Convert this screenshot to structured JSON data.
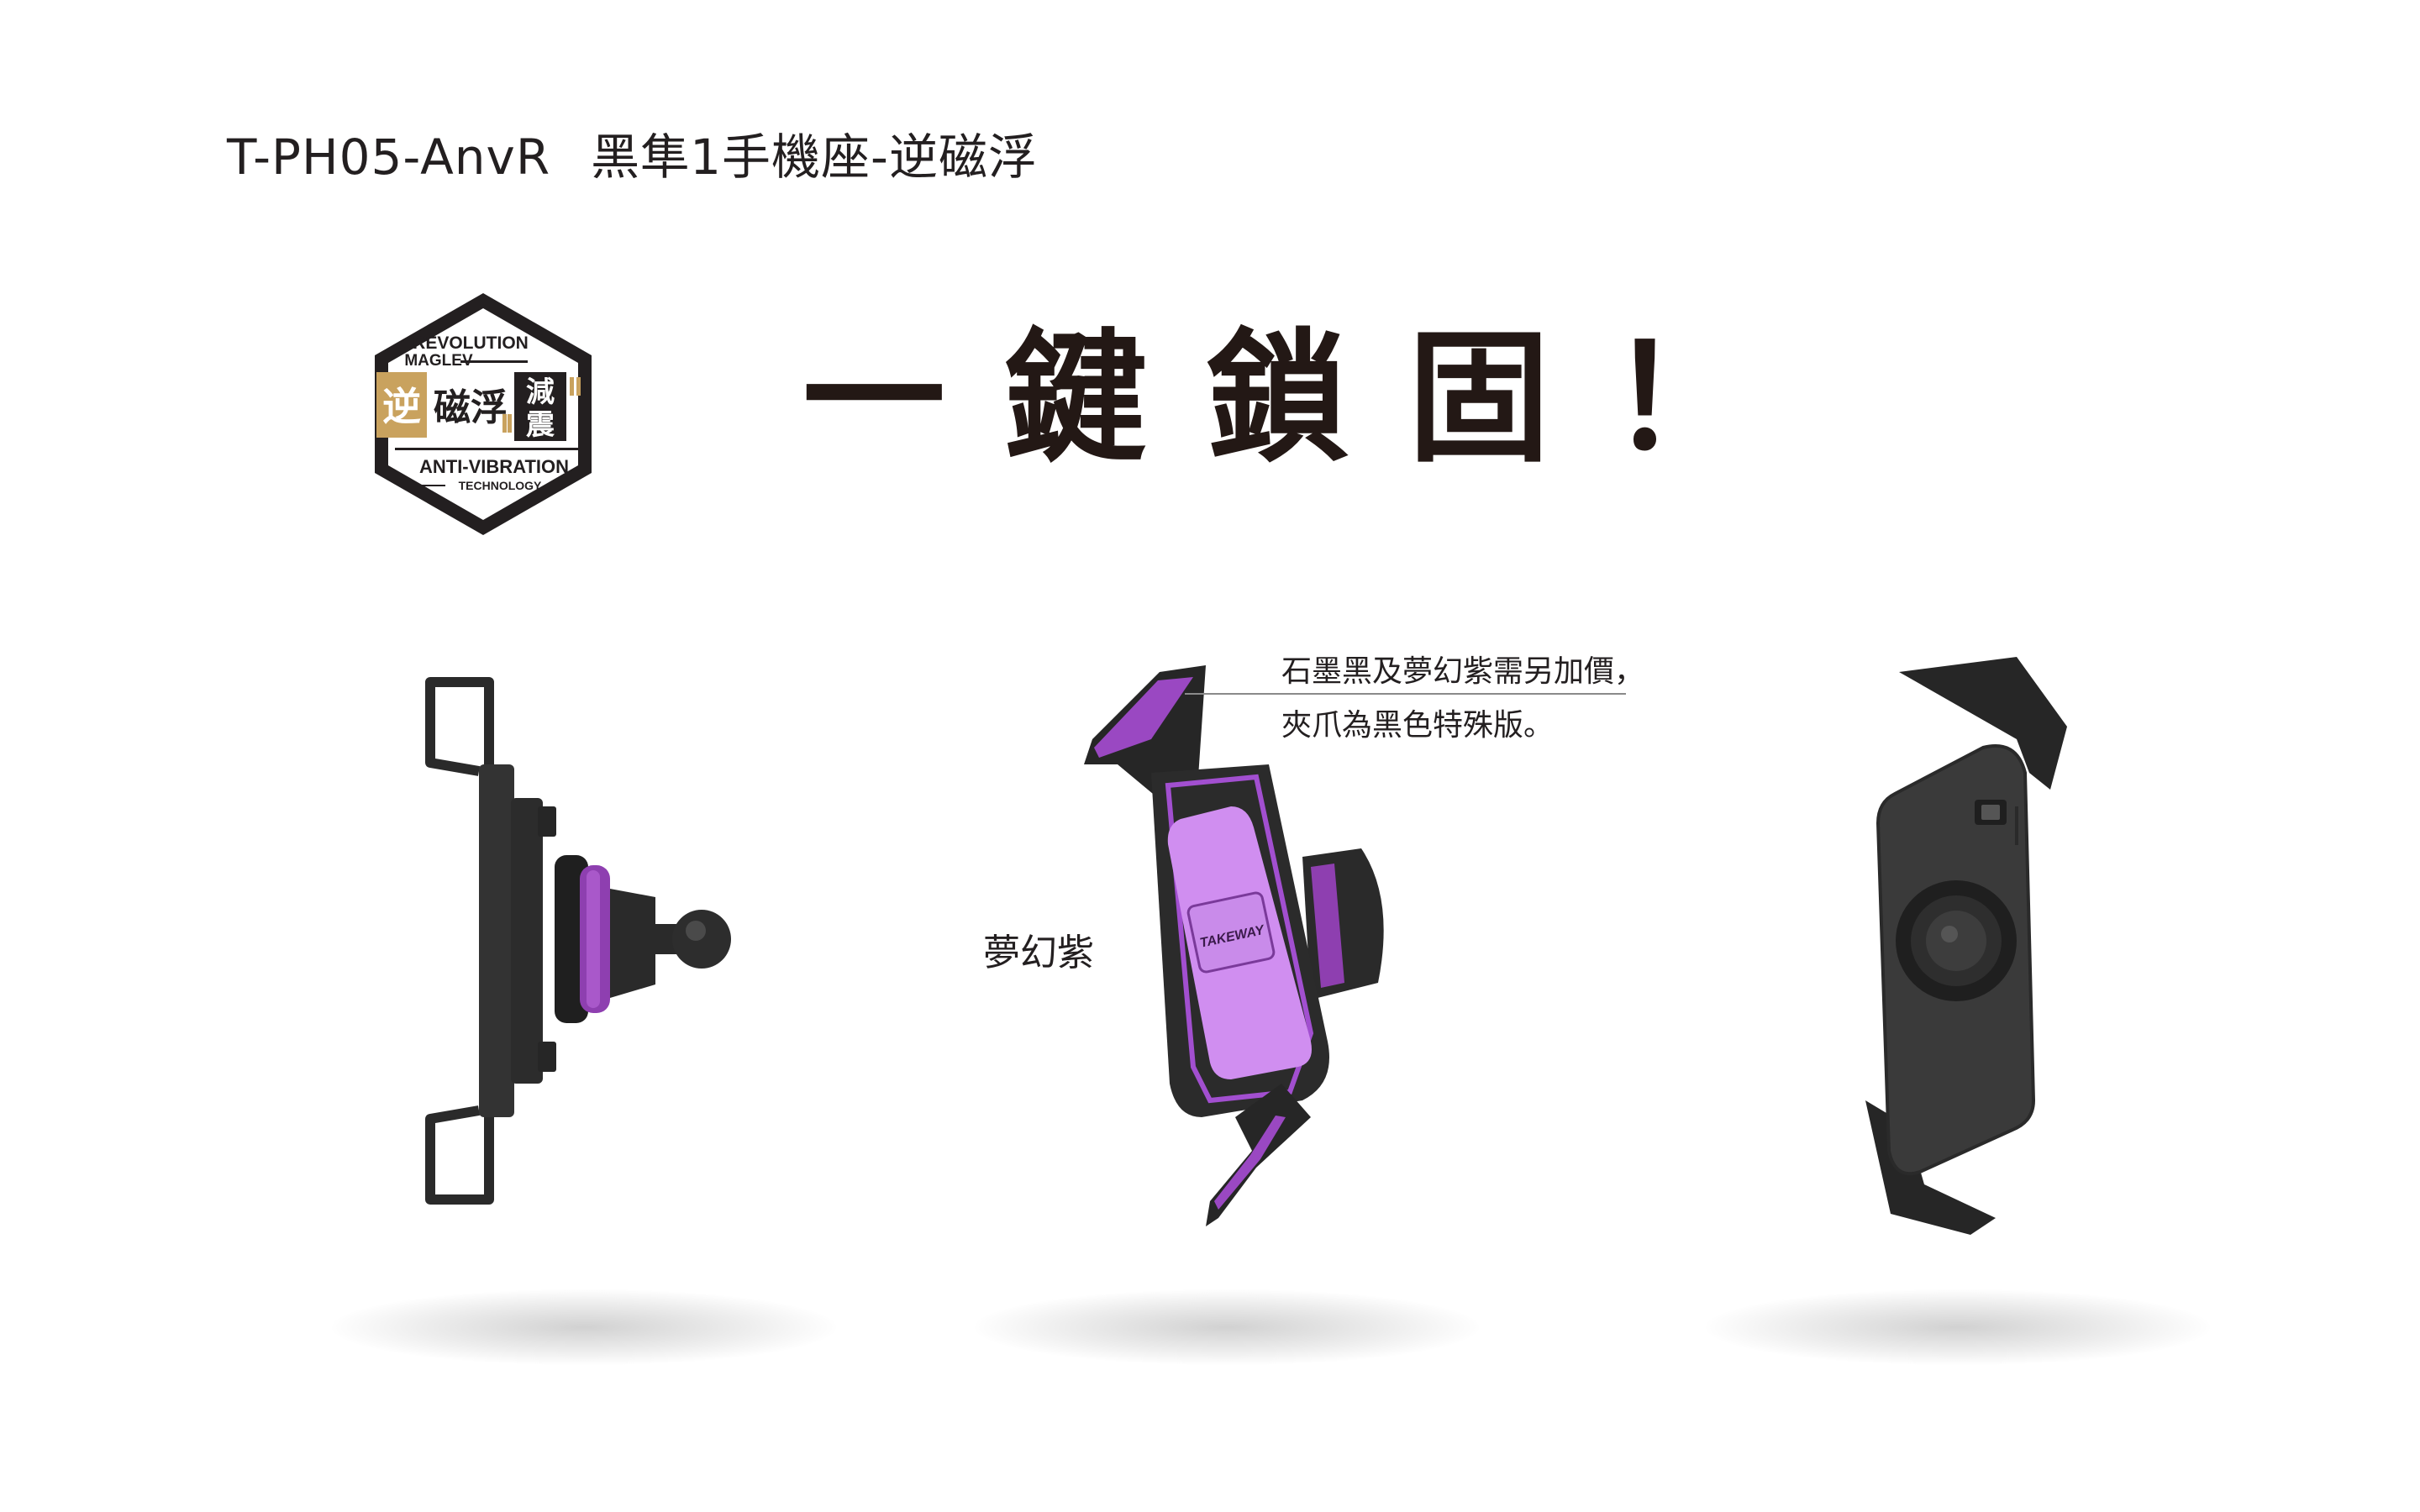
{
  "title": {
    "model": "T-PH05-AnvR",
    "name": "黑隼1手機座-逆磁浮"
  },
  "badge": {
    "top_text": "REVOLUTION",
    "top_text2": "MAGLEV",
    "cn_left": "逆",
    "cn_mid": "磁浮",
    "cn_right_top": "減",
    "cn_right_bottom": "震",
    "bottom_text": "ANTI-VIBRATION",
    "bottom_sub": "TECHNOLOGY",
    "colors": {
      "frame": "#231f20",
      "gold": "#c9a25e",
      "white": "#ffffff"
    }
  },
  "headline": "一鍵鎖固！",
  "note": {
    "line1": "石墨黑及夢幻紫需另加價，",
    "line2": "夾爪為黑色特殊版。"
  },
  "variant_label": "夢幻紫",
  "product_logo": "TAKEWAY",
  "colors": {
    "accent": "#b04cd6",
    "body": "#2a2a2a",
    "text": "#231f20"
  }
}
